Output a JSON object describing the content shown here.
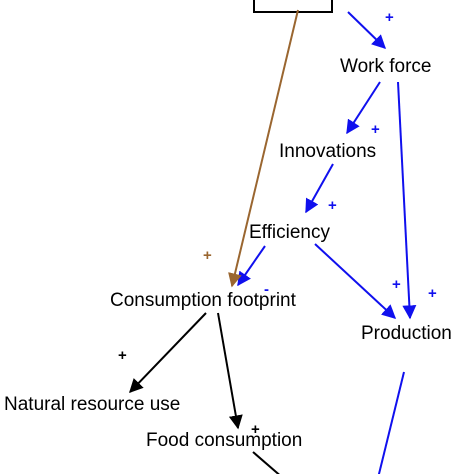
{
  "nodes": {
    "work_force": "Work force",
    "innovations": "Innovations",
    "efficiency": "Efficiency",
    "consumption_footprint": "Consumption footprint",
    "production": "Production",
    "natural_resource_use": "Natural resource use",
    "food_consumption": "Food consumption"
  },
  "links": [
    {
      "from": "top_box",
      "to": "work_force",
      "sign": "+",
      "color": "#1010ee"
    },
    {
      "from": "work_force",
      "to": "innovations",
      "sign": "+",
      "color": "#1010ee"
    },
    {
      "from": "innovations",
      "to": "efficiency",
      "sign": "+",
      "color": "#1010ee"
    },
    {
      "from": "efficiency",
      "to": "consumption_footprint",
      "sign": "-",
      "color": "#1010ee"
    },
    {
      "from": "efficiency",
      "to": "production",
      "sign": "+",
      "color": "#1010ee"
    },
    {
      "from": "work_force",
      "to": "production",
      "sign": "+",
      "color": "#1010ee"
    },
    {
      "from": "top_box",
      "to": "consumption_footprint",
      "sign": "+",
      "color": "#9a6630"
    },
    {
      "from": "consumption_footprint",
      "to": "natural_resource_use",
      "sign": "+",
      "color": "#000000"
    },
    {
      "from": "consumption_footprint",
      "to": "food_consumption",
      "sign": "+",
      "color": "#000000"
    },
    {
      "from": "food_consumption",
      "to": "offscreen",
      "sign": "",
      "color": "#000000"
    },
    {
      "from": "production",
      "to": "offscreen",
      "sign": "",
      "color": "#1010ee"
    }
  ],
  "colors": {
    "positive": "#1010ee",
    "brown": "#9a6630",
    "black": "#000000"
  }
}
